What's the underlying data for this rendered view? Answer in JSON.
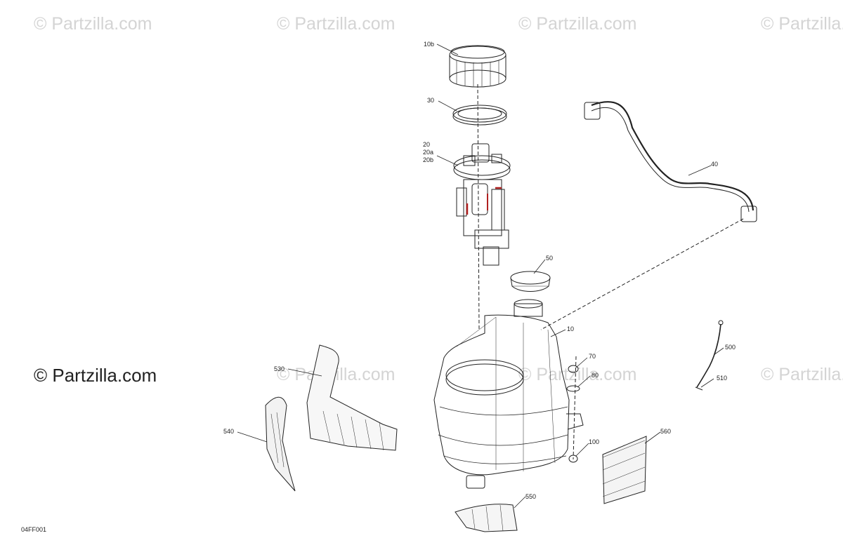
{
  "watermark": {
    "top_row": [
      "© Partzilla.com",
      "© Partzilla.com",
      "© Partzilla.com",
      "© Partzilla.com"
    ],
    "middle_row": [
      "© Partzilla.com",
      "© Partzilla.com",
      "© Partzilla.com"
    ],
    "brand": "© Partzilla.com"
  },
  "diagram_code": "04FF001",
  "callouts": {
    "c10b": "10b",
    "c30": "30",
    "c20": "20",
    "c20a": "20a",
    "c20b": "20b",
    "c40": "40",
    "c50": "50",
    "c10": "10",
    "c70": "70",
    "c80": "80",
    "c100": "100",
    "c500": "500",
    "c510": "510",
    "c530": "530",
    "c540": "540",
    "c550": "550",
    "c560": "560"
  }
}
